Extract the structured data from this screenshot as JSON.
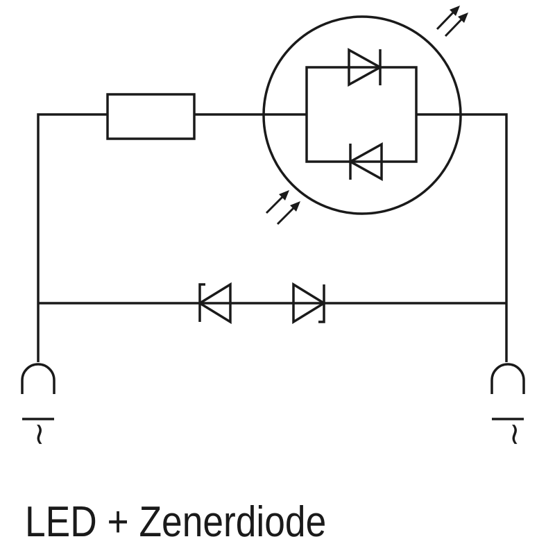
{
  "caption": "LED + Zenerdiode",
  "terminals": {
    "left_symbol": "~",
    "right_symbol": "~"
  },
  "components": [
    {
      "name": "resistor"
    },
    {
      "name": "bicolor-led",
      "elements": [
        "led-diode-forward",
        "led-diode-reverse"
      ],
      "indicators": [
        "light-emission-arrows-icon",
        "light-emission-arrows-icon"
      ]
    },
    {
      "name": "zener-diode-pair",
      "elements": [
        "zener-diode-left",
        "zener-diode-right"
      ]
    }
  ],
  "colors": {
    "line": "#1a1a1a",
    "background": "#ffffff"
  }
}
